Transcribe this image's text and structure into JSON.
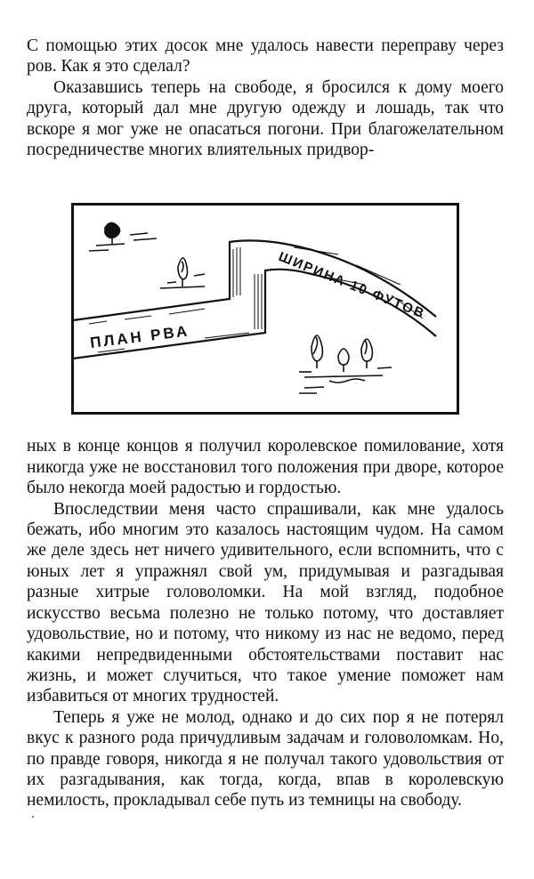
{
  "paragraphs_top": [
    {
      "text": "С помощью этих досок мне удалось навести переправу через ров. Как я это сделал?",
      "indent": false
    },
    {
      "text": "Оказавшись теперь на свободе, я бросился к дому моего друга, который дал мне другую одежду и лошадь, так что вскоре я мог уже не опасаться погони. При благожелательном посредничестве многих влиятельных придвор-",
      "indent": true
    }
  ],
  "figure": {
    "label_plan": "ПЛАН РВА",
    "label_width": "ШИРИНА 10 ФУТОВ"
  },
  "paragraphs_bottom": [
    {
      "text": "ных в конце концов я получил королевское помилование, хотя никогда уже не восстановил того положения при дворе, которое было некогда моей радостью и гордостью.",
      "indent": false
    },
    {
      "text": "Впоследствии меня часто спрашивали, как мне удалось бежать, ибо многим это казалось настоящим чудом. На самом же деле здесь нет ничего удивительного, если вспомнить, что с юных лет я упражнял свой ум, придумывая и разгадывая разные хитрые головоломки. На мой взгляд, подобное искусство весьма полезно не только потому, что доставляет удовольствие, но и потому, что никому из нас не ведомо, перед какими непредвиденными обстоятельствами поставит нас жизнь, и может случиться, что такое умение поможет нам избавиться от многих трудностей.",
      "indent": true
    },
    {
      "text": "Теперь я уже не молод, однако и до сих пор я не потерял вкус к разного рода причудливым задачам и головоломкам. Но, по правде говоря, никогда я не получал такого удовольствия от их разгадывания, как тогда, когда, впав в королевскую немилость, прокладывал себе путь из темницы на свободу.",
      "indent": true
    }
  ]
}
